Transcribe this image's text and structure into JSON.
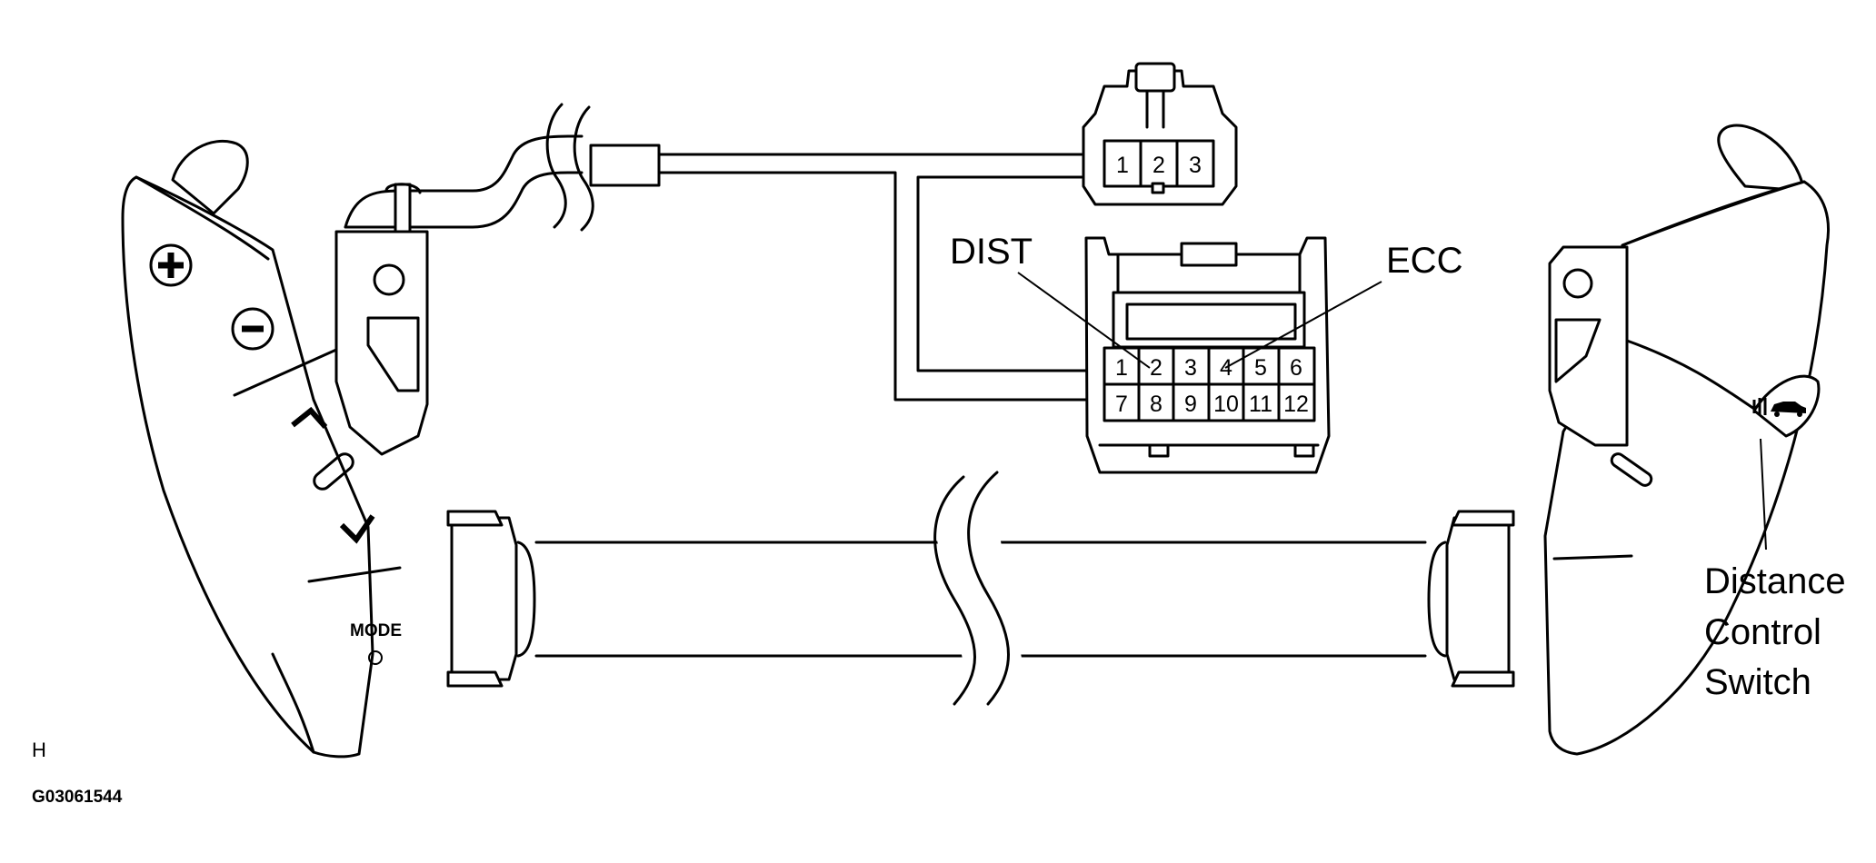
{
  "connector_3pin": {
    "pins": [
      "1",
      "2",
      "3"
    ]
  },
  "connector_12pin": {
    "pins": [
      "1",
      "2",
      "3",
      "4",
      "5",
      "6",
      "7",
      "8",
      "9",
      "10",
      "11",
      "12"
    ]
  },
  "labels": {
    "dist": "DIST",
    "ecc": "ECC",
    "distance_switch": [
      "Distance",
      "Control",
      "Switch"
    ],
    "mode": "MODE",
    "corner_letter": "H",
    "figure_id": "G03061544"
  },
  "icons": [
    "plus-button-icon",
    "minus-button-icon",
    "chevron-up-icon",
    "chevron-down-icon",
    "distance-car-icon"
  ],
  "colors": {
    "line": "#000000",
    "background": "#ffffff"
  }
}
